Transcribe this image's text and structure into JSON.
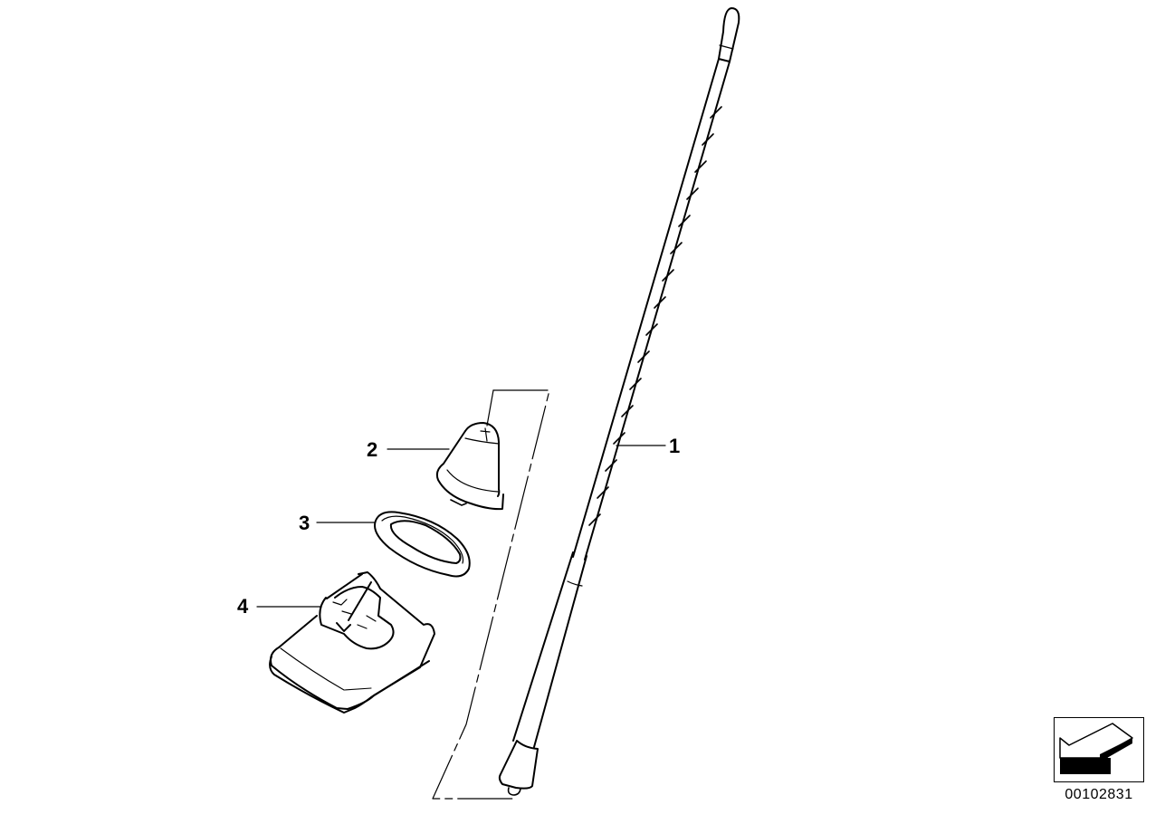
{
  "diagram": {
    "title": "Antenna assembly exploded parts view",
    "callouts": [
      {
        "number": "1",
        "part": "rod-antenna"
      },
      {
        "number": "2",
        "part": "antenna-cover-cone"
      },
      {
        "number": "3",
        "part": "sealing-ring"
      },
      {
        "number": "4",
        "part": "antenna-base"
      }
    ],
    "reference_number": "00102831",
    "icons": {
      "orientation": "orientation-arrow-icon"
    },
    "colors": {
      "line": "#000000",
      "background": "#ffffff"
    }
  }
}
